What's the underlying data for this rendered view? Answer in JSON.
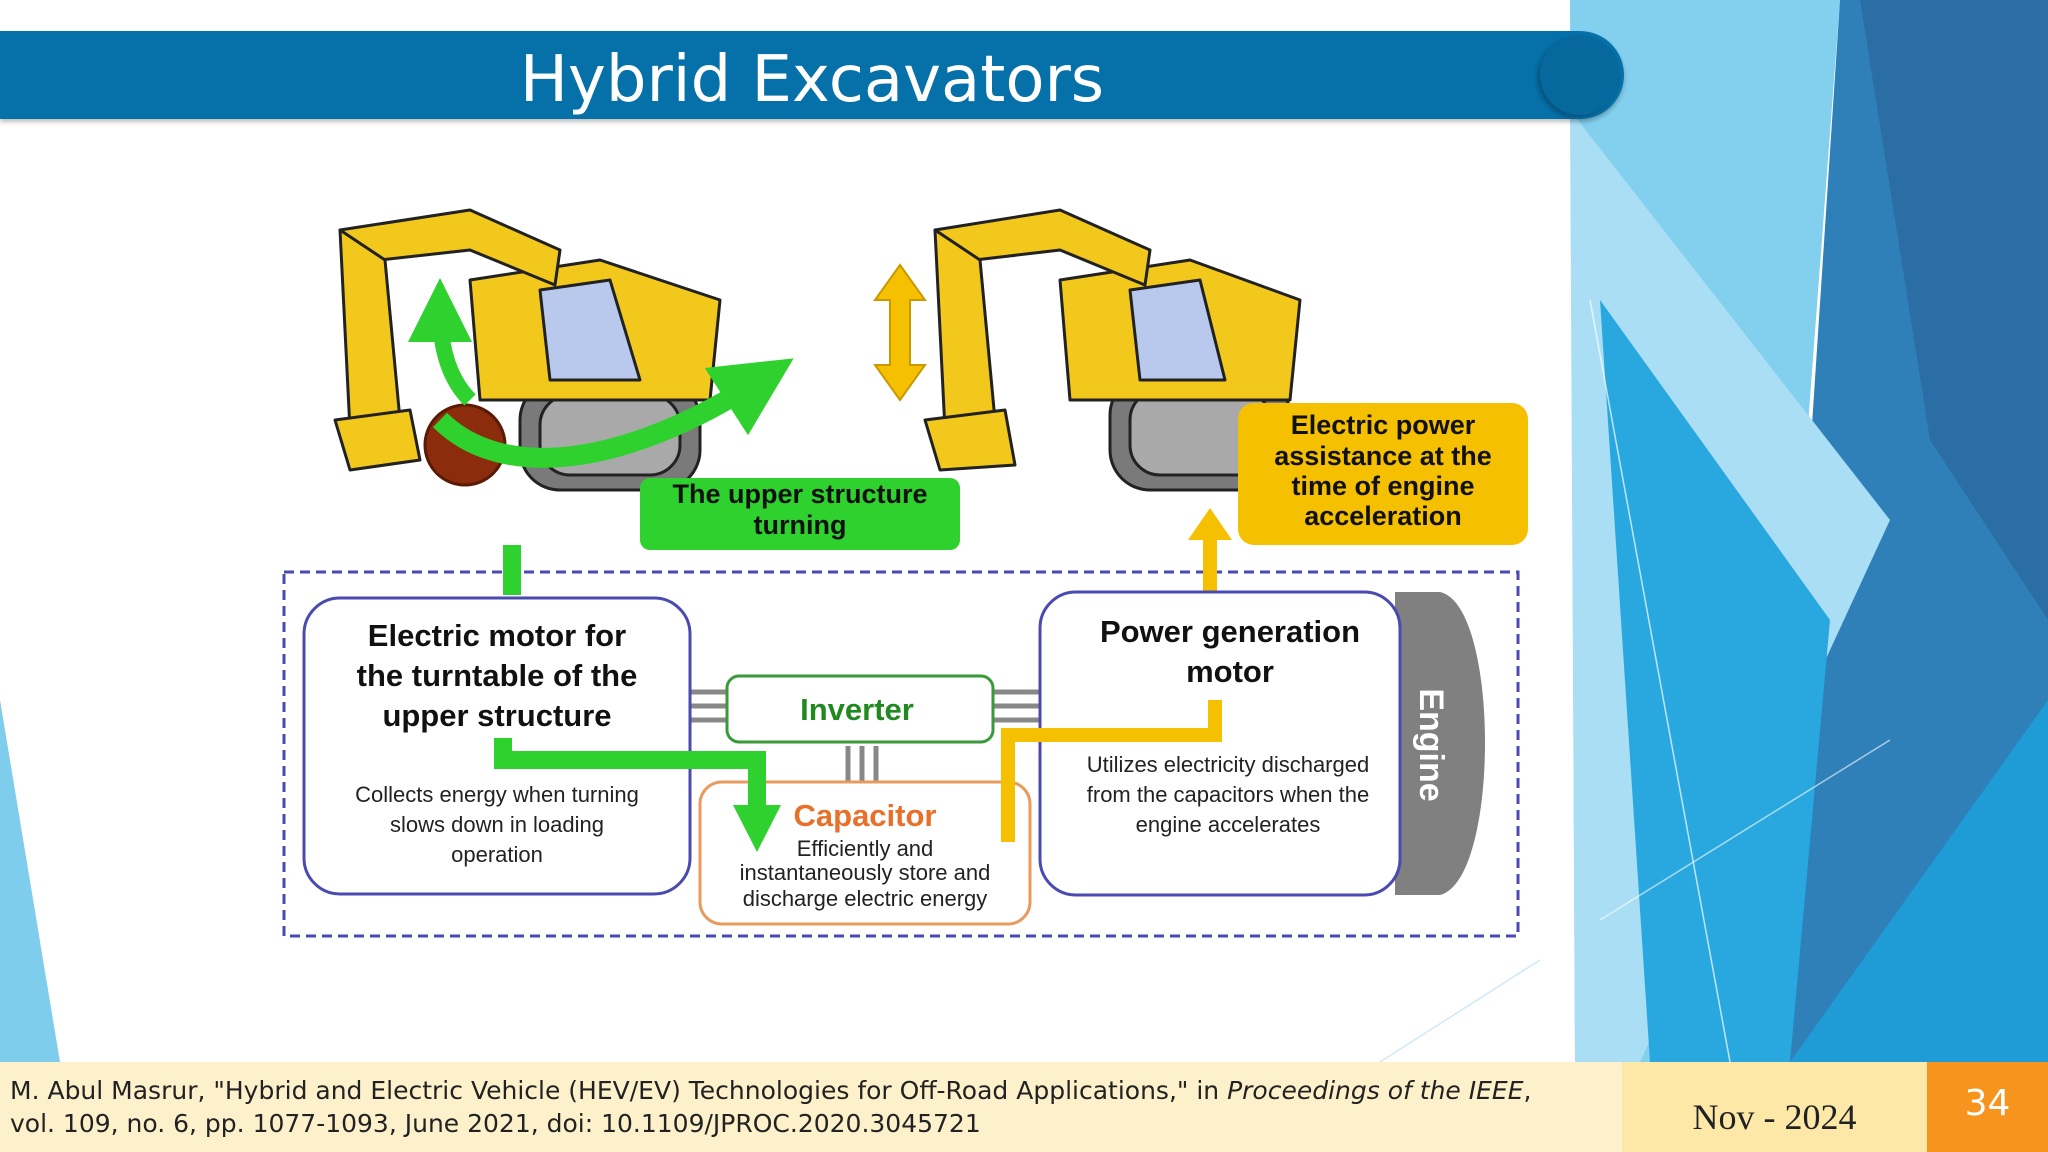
{
  "title": "Hybrid Excavators",
  "diagram": {
    "turning_label": [
      "The upper structure",
      "turning"
    ],
    "power_assist_label": [
      "Electric power",
      "assistance at the",
      "time of engine",
      "acceleration"
    ],
    "motor_box": {
      "title": [
        "Electric motor for",
        "the turntable of the",
        "upper structure"
      ],
      "description": [
        "Collects energy when turning",
        "slows down in loading",
        "operation"
      ]
    },
    "inverter": "Inverter",
    "capacitor": {
      "title": "Capacitor",
      "description": [
        "Efficiently and",
        "instantaneously store and",
        "discharge electric energy"
      ]
    },
    "generator_box": {
      "title": [
        "Power generation",
        "motor"
      ],
      "description": [
        "Utilizes electricity discharged",
        "from the capacitors when the",
        "engine accelerates"
      ]
    },
    "engine": "Engine",
    "colors": {
      "excavator": "#f3c81c",
      "turning_arrow": "#2ed12e",
      "assist_arrow": "#f5c000",
      "box_border": "#4a4ab0",
      "capacitor_border": "#e79b5e",
      "capacitor_title": "#e8702a",
      "inverter_text": "#208a20",
      "engine_fill": "#808080"
    }
  },
  "footer": {
    "reference_before_italic": "M. Abul Masrur, \"Hybrid and Electric Vehicle (HEV/EV) Technologies for Off-Road Applications,\" in ",
    "reference_italic": "Proceedings of the IEEE",
    "reference_after_italic": ",",
    "reference_line2": "vol. 109, no. 6, pp. 1077-1093, June 2021, doi: 10.1109/JPROC.2020.3045721",
    "date": "Nov - 2024",
    "page_number": "34"
  }
}
